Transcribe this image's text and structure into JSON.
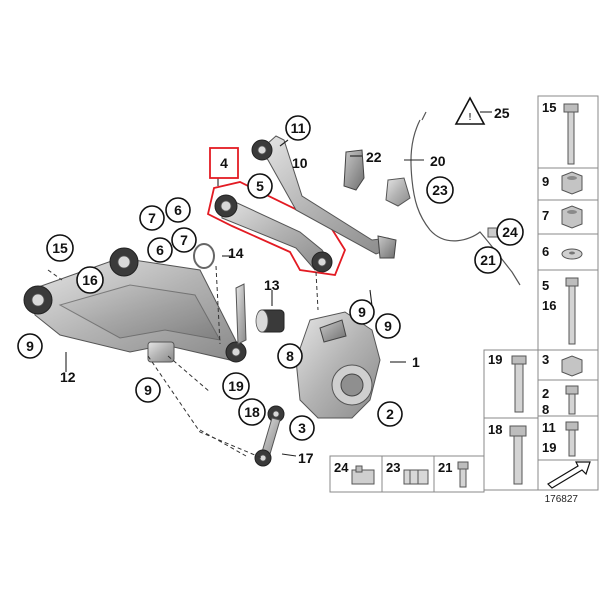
{
  "callouts": {
    "c1": "1",
    "c2": "2",
    "c3": "3",
    "c4": "4",
    "c5": "5",
    "c6a": "6",
    "c6b": "6",
    "c7a": "7",
    "c7b": "7",
    "c8": "8",
    "c9a": "9",
    "c9b": "9",
    "c9c": "9",
    "c9d": "9",
    "c10": "10",
    "c11": "11",
    "c12": "12",
    "c13": "13",
    "c14": "14",
    "c15": "15",
    "c16": "16",
    "c17": "17",
    "c18": "18",
    "c19": "19",
    "c20": "20",
    "c21": "21",
    "c22": "22",
    "c23": "23",
    "c24": "24",
    "c25": "25"
  },
  "side_panel": {
    "cells": [
      {
        "labels": [
          "15"
        ]
      },
      {
        "labels": [
          "9"
        ]
      },
      {
        "labels": [
          "7"
        ]
      },
      {
        "labels": [
          "6"
        ]
      },
      {
        "labels": [
          "5",
          "16"
        ]
      }
    ],
    "bottom_left": [
      {
        "labels": [
          "19"
        ]
      },
      {
        "labels": [
          "18"
        ]
      }
    ],
    "bottom_right": [
      {
        "labels": [
          "3"
        ]
      },
      {
        "labels": [
          "2",
          "8"
        ]
      },
      {
        "labels": [
          "11",
          "19"
        ]
      }
    ]
  },
  "bottom_row": {
    "cells": [
      {
        "label": "24"
      },
      {
        "label": "23"
      },
      {
        "label": "21"
      }
    ]
  },
  "diagram_number": "176827",
  "colors": {
    "highlight": "#e31b23"
  }
}
